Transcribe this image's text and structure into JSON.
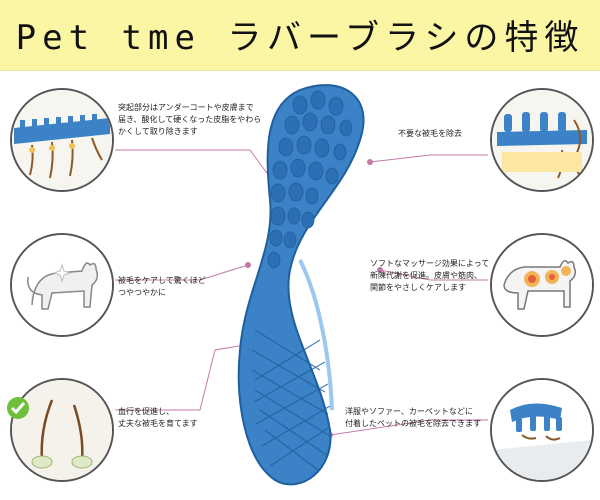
{
  "banner": {
    "title": "Pet tme ラバーブラシの特徴",
    "background": "#fbf6a4"
  },
  "features": [
    {
      "lines": [
        "突起部分はアンダーコートや皮膚まで",
        "届き、酸化して硬くなった皮脂をやわら",
        "かくして取り除きます"
      ],
      "icon": "brush-teeth-hair-icon"
    },
    {
      "lines": [
        "不要な被毛を除去"
      ],
      "icon": "brush-removing-hair-icon"
    },
    {
      "lines": [
        "被毛をケアして驚くほど",
        "つやつやかに"
      ],
      "icon": "shiny-cat-icon"
    },
    {
      "lines": [
        "ソフトなマッサージ効果によって",
        "新陳代謝を促進。皮膚や筋肉、",
        "関節をやさしくケアします"
      ],
      "icon": "massage-cat-icon"
    },
    {
      "lines": [
        "血行を促進し、",
        "丈夫な被毛を育てます"
      ],
      "icon": "healthy-hair-check-icon"
    },
    {
      "lines": [
        "洋服やソファー、カーペットなどに",
        "付着したペットの被毛を除去できます"
      ],
      "icon": "carpet-brush-icon"
    }
  ],
  "colors": {
    "brush": "#3b82c6",
    "brush_dark": "#1f5f9e",
    "accent": "#c47aa6",
    "outline": "#555555"
  }
}
